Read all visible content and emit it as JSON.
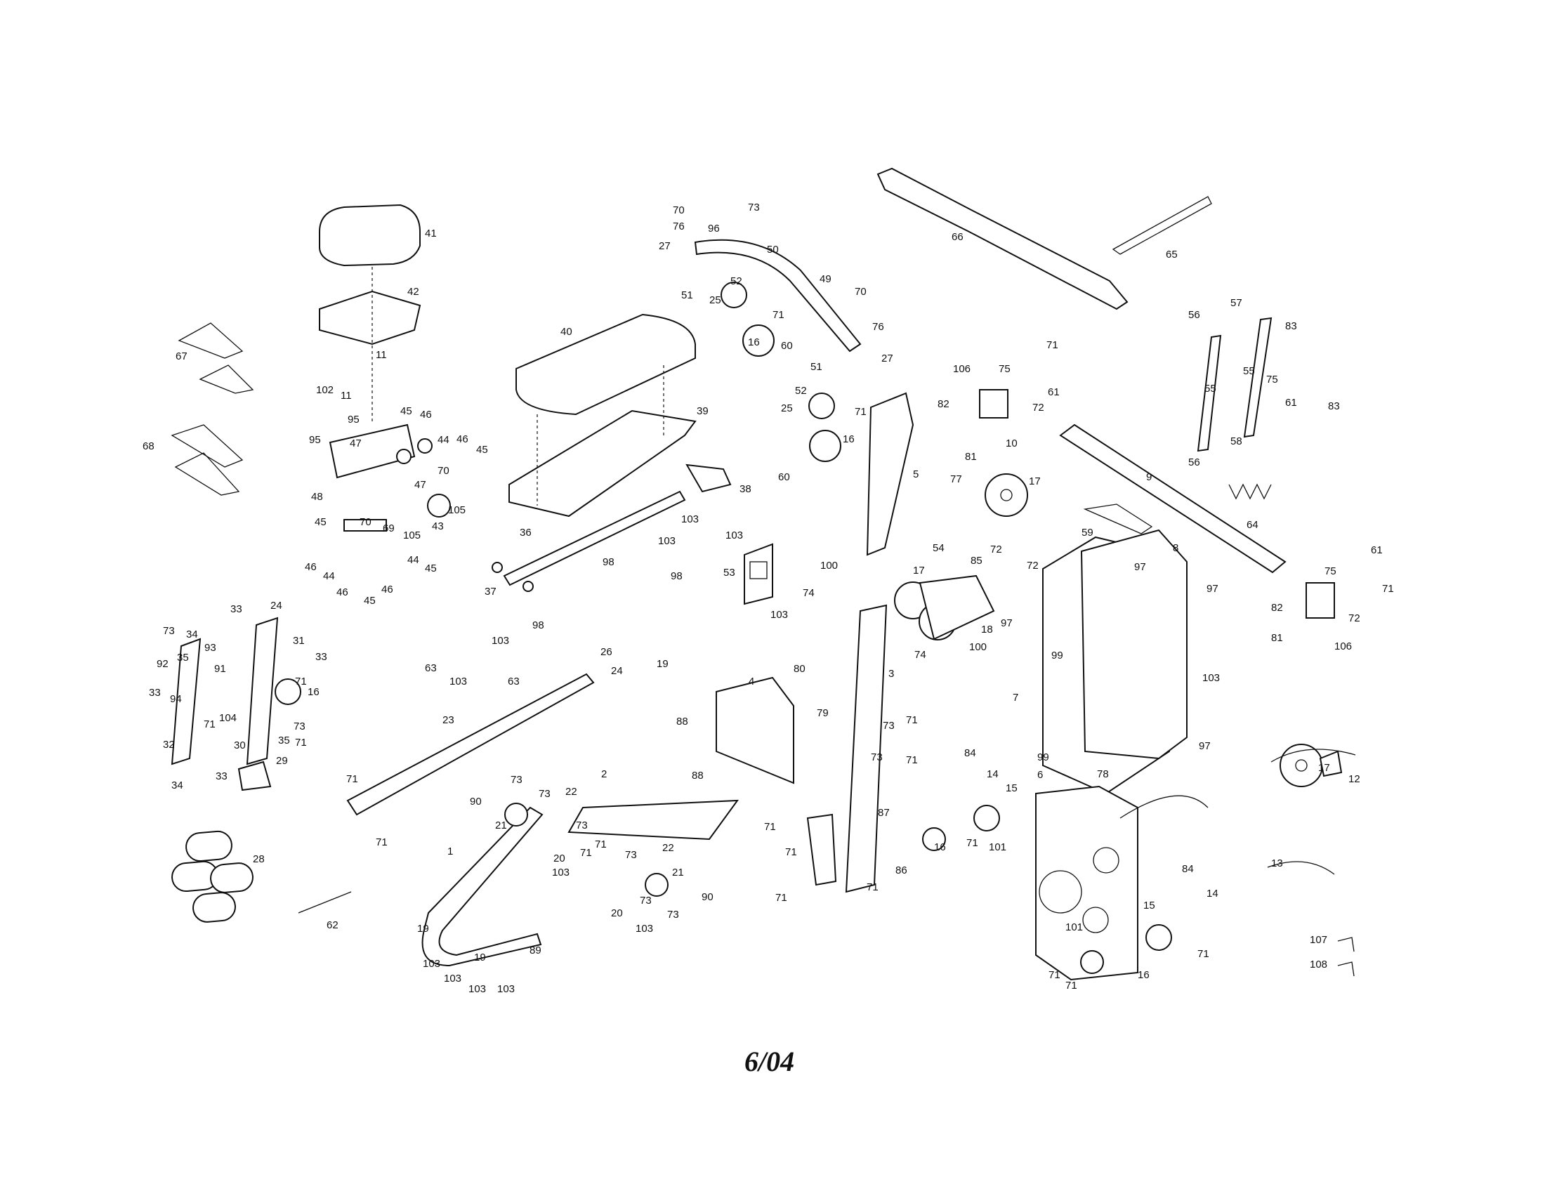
{
  "diagram": {
    "date_code": "6/04",
    "part_numbers": [
      "1",
      "2",
      "3",
      "4",
      "5",
      "6",
      "7",
      "8",
      "9",
      "10",
      "11",
      "12",
      "13",
      "14",
      "15",
      "16",
      "17",
      "18",
      "19",
      "20",
      "21",
      "22",
      "23",
      "24",
      "25",
      "26",
      "27",
      "28",
      "29",
      "30",
      "31",
      "32",
      "33",
      "34",
      "35",
      "36",
      "37",
      "38",
      "39",
      "40",
      "41",
      "42",
      "43",
      "44",
      "45",
      "46",
      "47",
      "48",
      "49",
      "50",
      "51",
      "52",
      "53",
      "54",
      "55",
      "56",
      "57",
      "58",
      "59",
      "60",
      "61",
      "62",
      "63",
      "64",
      "65",
      "66",
      "67",
      "68",
      "69",
      "70",
      "71",
      "72",
      "73",
      "74",
      "75",
      "76",
      "77",
      "78",
      "79",
      "80",
      "81",
      "82",
      "83",
      "84",
      "85",
      "86",
      "87",
      "88",
      "89",
      "90",
      "91",
      "92",
      "93",
      "94",
      "95",
      "96",
      "97",
      "98",
      "99",
      "100",
      "101",
      "102",
      "103",
      "104",
      "105",
      "106",
      "107",
      "108"
    ]
  }
}
